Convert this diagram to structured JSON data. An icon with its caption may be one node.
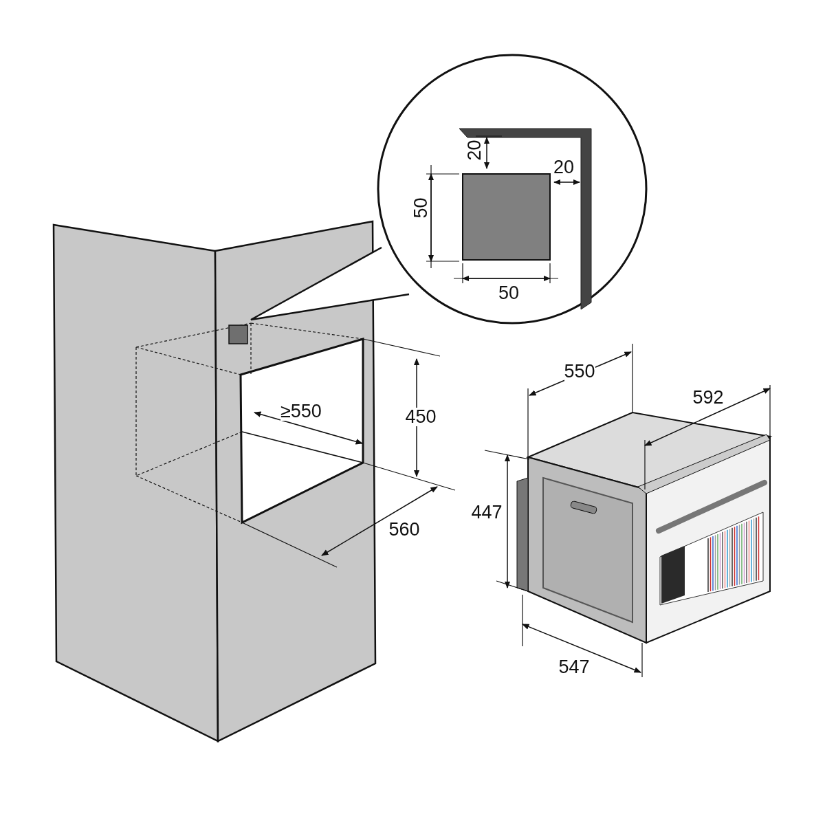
{
  "diagram": {
    "labels": [
      "20",
      "20",
      "50",
      "50",
      "550",
      "592",
      "≥550",
      "450",
      "447",
      "560",
      "547"
    ]
  }
}
